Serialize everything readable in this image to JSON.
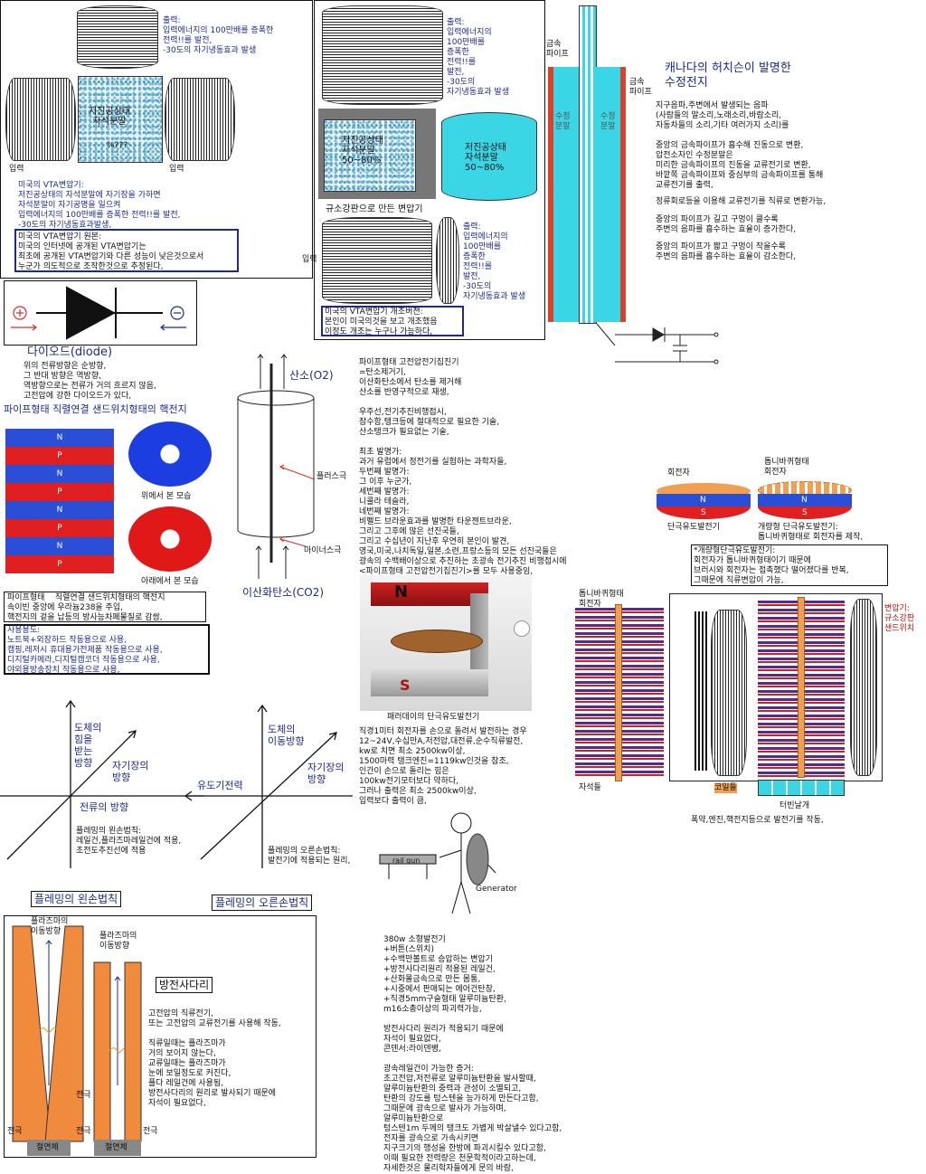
{
  "vta": {
    "output_label": "출력:\n입력에너지의 100만배를 증폭한\n전력!!를 발전,\n-30도의 자기냉동효과 발생",
    "core_label": "저진공상태\n자석분말",
    "core_pct": "%???",
    "input_left": "입력",
    "input_right": "입력",
    "desc": "미국의 VTA변압기:\n저진공상태의 자석분말에 자기장을 가하면\n자석분말이 자기공명을 일으켜\n입력에너지의 100만배를 증폭한 전력!!를 발전,\n-30도의 자기냉동효과발생,",
    "original_box": "미국의 VTA변압기 원본:\n미국의 인터넷에 공개된 VTA변압기는\n최초에 공개된 VTA변압기와 다른 성능이 낮은것으로서\n누군가 의도적으로 조작한것으로 추정된다,"
  },
  "vta2": {
    "output_top": "출력:\n입력에너지의\n100만배를\n증폭한\n전력!!를\n발전,\n-30도의\n자기냉동효과 발생",
    "core_left": "저진공상태\n자석분말\n50~80%",
    "core_right": "저진공상태\n자석분말\n50~80%",
    "silicon_label": "규소강판으로 만든 변압기",
    "input": "입력",
    "output_bottom": "출력:\n입력에너지의\n100만배를\n증폭한\n전력!!를\n발전,\n-30도의\n자기냉동효과 발생",
    "modified_box": "미국의 VTA변압기 개조버젼:\n본인이 미국의것을 보고 개조했음\n이정도 개조는 누구나 가능하다,"
  },
  "crystal": {
    "metal_pipe_1": "금속\n파이프",
    "metal_pipe_2": "금속\n파이프",
    "crystal_left": "수정\n분말",
    "crystal_right": "수정\n분말",
    "title": "캐나다의 허치슨이 발명한\n수정전지",
    "p1": "지구음파,주변에서 발생되는 음파\n(사람들의 말소리,노래소리,바람소리,\n자동차들의 소리,기타 여러가지 소리)를",
    "p2": "중앙의 금속파이프가 흡수해 진동으로 변환,\n압전소자인 수정분말은\n미리한 금속파이프의 진동을 교류전기로 변환,\n바깥쪽 금속파이프와 중심부의 금속파이프를 통해\n교류전기를 출력,",
    "p3": "정류회로등을 이용해 교류전기를 직류로 변환가능,",
    "p4": "중앙의 파이프가 길고 구멍이 클수록\n주변의 음파를 흡수하는 효율이 증가한다,",
    "p5": "중앙의 파이프가 짧고 구멍이 작을수록\n주변의 음파를 흡수하는 효율이 감소한다,"
  },
  "diode": {
    "title": "다이오드(diode)",
    "desc": "위의 전류방향은 순방향,\n그 반대 방향은 역방향,\n역방향으로는 전류가 거의 흐르지 않음,\n고전압에 강한 다이오드가 있다,"
  },
  "nuclear": {
    "title": "파이프형태 직렬연결 샌드위치형태의 핵전지",
    "poles": [
      "N",
      "P",
      "N",
      "P",
      "N",
      "P",
      "N",
      "P"
    ],
    "top_view": "위에서 본 모습",
    "bottom_view": "아래에서 본 모습",
    "desc": "파이프형태    직렬연결 샌드위치형태의 핵전지\n속이빈 중앙에 우라늄238을 주입,\n핵전지의 겉을 납등의 방사능차폐물질로 감쌈,",
    "usage": "사용용도:\n노트북+외장하드 작동용으로 사용,\n캠핑,레저시 휴대용가전제품 작동용으로 사용,\n디지털카메라,디지털캠코더 작동용으로 사용,\n야외용방송장치 작동용으로 사용,"
  },
  "capacitor": {
    "oxygen": "산소(O2)",
    "plus": "플러스극",
    "minus": "마이너스극",
    "co2": "이산화탄소(CO2)",
    "text": "파이프형태 고전압전기집진기\n=탄소제거기,\n이산화탄소에서 탄소를 제거해\n산소를 반영구적으로 재생,\n\n우주선,전기추진비행접시,\n잠수함,탱크등에 절대적으로 필요한 기술,\n산소탱크가 필요없는 기술,\n\n최초 발명가:\n과거 유럽에서 정전기를 실험하는 과학자들,\n두번째 발명가:\n그 이후 누군가,\n세번째 발명가:\n니콜라 테슬라,\n네번째 발명가:\n비펠드 브라운효과를 발명한 타운젠트브라운,\n그리고 그후에 많은 선진국들,\n그리고 수십년이 지난후 우연히 본인이 발견,\n영국,미국,나치독일,일본,소련,프랑스등의 모든 선진국들은\n광속의 수백배이상으로 추진하는 초광속 전기추진 비행접시에\n<파이프형태 고전압전기집진기>를 모두 사용중임,"
  },
  "faraday": {
    "n": "N",
    "s": "S",
    "caption": "패러데이의 단극유도발전기",
    "text": "직경1미터 회전자를 손으로 돌려서 발전하는 경우\n12~24V,수십만A,저전압,대전류,순수직류발전,\nkw로 치면 최소 2500kw이상,\n1500마력 탱크엔진=1119kw인것을 참조,\n인간이 손으로 돌리는 힘은\n100kw전기모터보다 약하다,\n그러나 출력은 최소 2500kw이상,\n입력보다 출력이 큼,"
  },
  "homopolar": {
    "rotor": "회전자",
    "sawtooth_rotor": "톱니바퀴형태\n회전자",
    "n1": "N",
    "s1": "S",
    "n2": "N",
    "s2": "S",
    "label1": "단극유도발전기",
    "label2": "개량형 단극유도발전기:\n톱니바퀴형태로 회전자를 제작,",
    "box": "*개량형단극유도발전기:\n회전자가 톱니바퀴형태이기 때문에\n브러시와 회전자는 접촉했다 떨어졌다를 반복,\n그때문에 직류변압이 가능,"
  },
  "turbine": {
    "sawtooth_rotor": "톱니바퀴형태\n회전자",
    "transformer": "변압기:\n규소강판\n샌드위치",
    "magnets": "자석들",
    "coils": "코일들",
    "blades": "터빈날개",
    "caption": "폭약,엔진,핵전지등으로 발전기를 작동,"
  },
  "fleming": {
    "force": "도체의\n힘을\n받는\n방향",
    "magnetic_left": "자기장의\n방향",
    "current": "전류의 방향",
    "left_desc": "플레밍의 왼손법칙:\n레일건,플라즈마레일건에 적용,\n초전도추진선에 적용",
    "left_title": "플레밍의 왼손법칙",
    "motion": "도체의\n이동방향",
    "magnetic_right": "자기장의\n방향",
    "induced": "유도기전력",
    "right_desc": "플레밍의 오른손법칙:\n발전기에 적용되는 원리,",
    "right_title": "플레밍의 오른손법칙"
  },
  "railgun": {
    "label": "rail gun",
    "generator": "Generator",
    "text": "380w 소형발전기\n+버튼(스위치)\n+수백만볼트로 승압하는 변압기\n+방전사다리원리 적용된 레일건,\n+산화몰금속으로 만든 몸통,\n+시중에서 판매되는 에어건탄창,\n+직경5mm구슬형태 알루미늄탄환,\nm16소총이상의 파괴력가능,\n\n방전사다리 원리가 적용되기 때문에\n자석이 필요없다,\n콘덴서:라이덴병,\n\n광속레일건이 가능한 증거:\n초고전압,저전류로 알루미늄탄환을 발사할때,\n알루미늄탄환의 중력과 관성이 소멸되고,\n탄환의 강도를 텅스텐을 능가하게 만든다고함,\n그때문에 광속으로 발사가 가능하며,\n알루미늄탄환으로\n텅스텐1m 두께의 탱크도 가볍게 박살낼수 있다고함,\n전자를 광속으로 가속시키면\n지구크기의 행성을 한방에 파괴시킬수 있다고함,\n이때 필요한 전력량은 천문학적이라고하는데,\n자세한것은 물리학자들에게 문의 바람,"
  },
  "ladder": {
    "plasma_left": "플라즈마의\n이동방향",
    "plasma_right": "플라즈마의\n이동방향",
    "title": "방전사다리",
    "text": "고전압의 직류전기,\n또는 고전압의 교류전기를 사용해 작동,\n\n직류일때는 플라즈마가\n거의 보이지 않는다,\n교류일때는 플라즈마가\n눈에 보일정도로 커진다,\n플다 레일건에 사용됨,\n방전사다리의 원리로 발사되기 때문에\n자석이 필요없다,",
    "electrode": "전극",
    "insulator": "절연체"
  }
}
